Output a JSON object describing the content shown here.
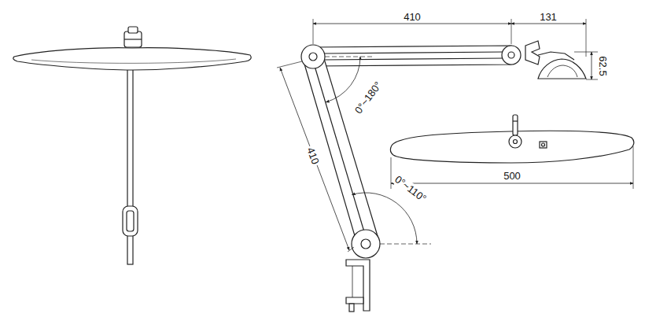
{
  "diagram": {
    "labels": [
      "410",
      "131",
      "62.5",
      "0°~180°",
      "410",
      "0°~110°",
      "500"
    ]
  }
}
